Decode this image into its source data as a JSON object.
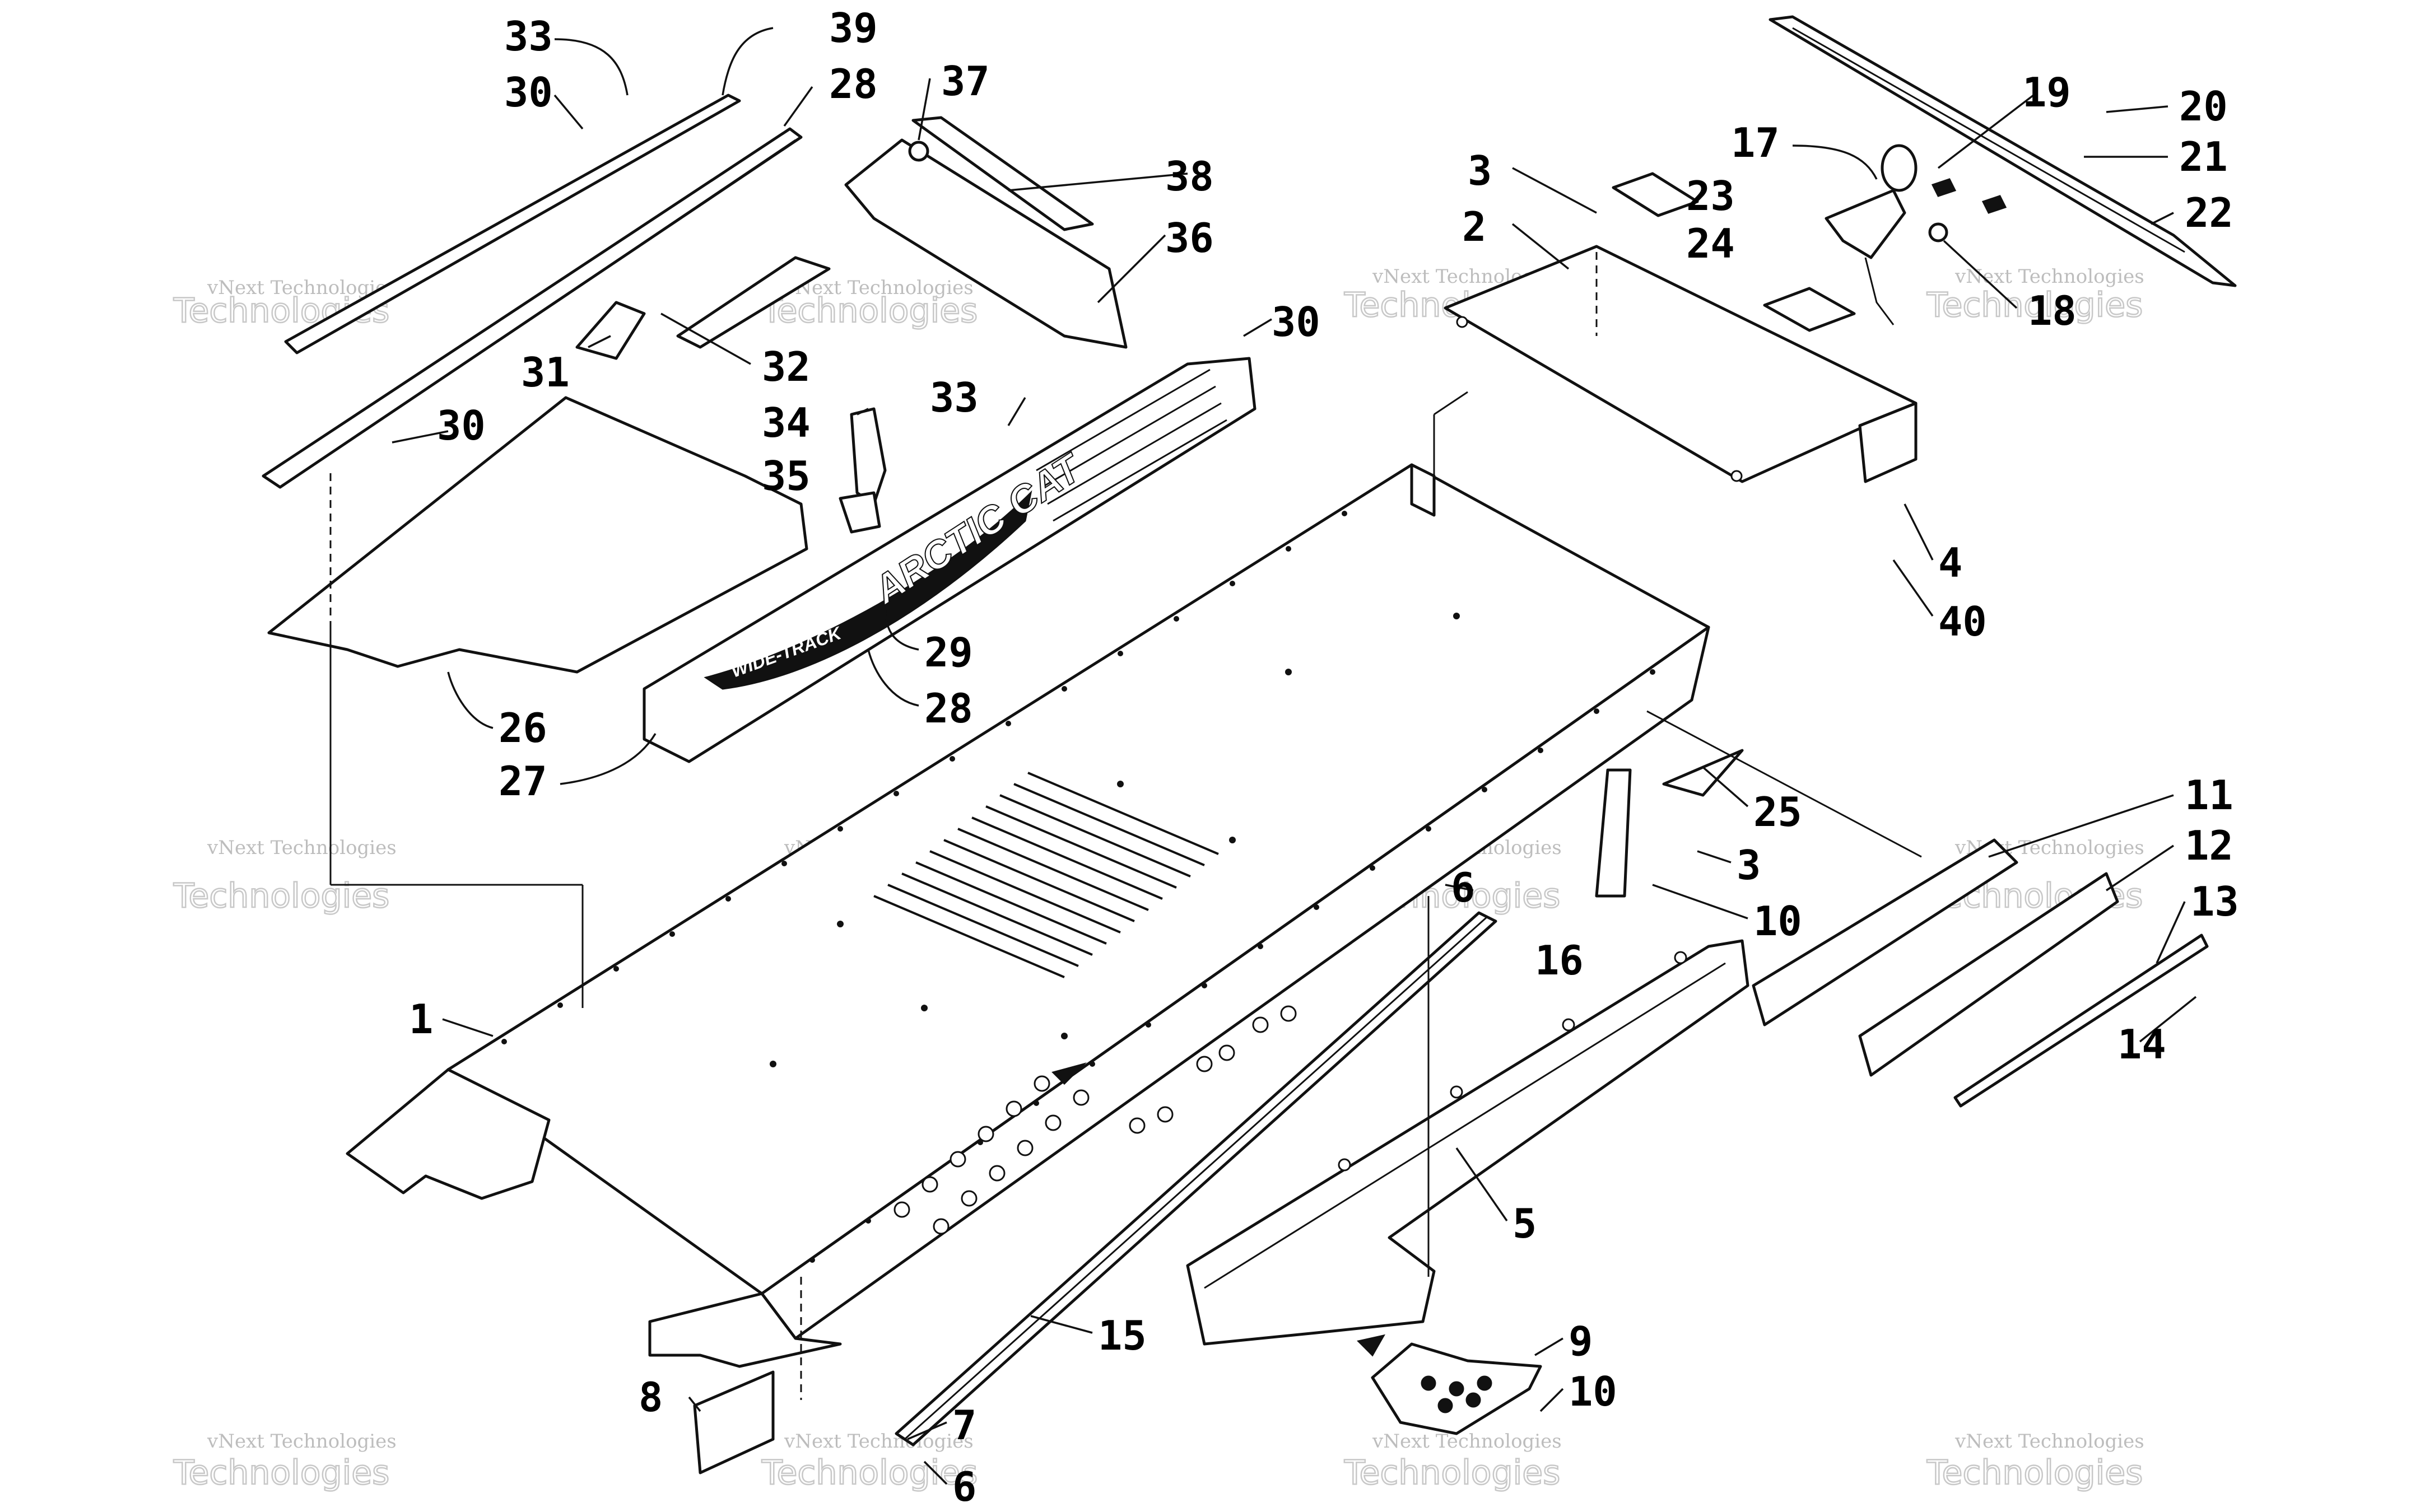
{
  "brand": {
    "logo": "ARCTIC CAT",
    "model": "WIDE-TRACK"
  },
  "watermark": {
    "line1": "vNext Technologies",
    "line2": "Technologies"
  },
  "callouts": [
    "33",
    "39",
    "30",
    "28",
    "37",
    "38",
    "36",
    "31",
    "32",
    "30",
    "34",
    "33",
    "35",
    "30",
    "29",
    "28",
    "26",
    "27",
    "3",
    "2",
    "23",
    "24",
    "17",
    "19",
    "20",
    "21",
    "22",
    "18",
    "4",
    "40",
    "25",
    "3",
    "10",
    "16",
    "11",
    "12",
    "13",
    "14",
    "1",
    "6",
    "5",
    "15",
    "9",
    "10",
    "8",
    "7",
    "6"
  ]
}
